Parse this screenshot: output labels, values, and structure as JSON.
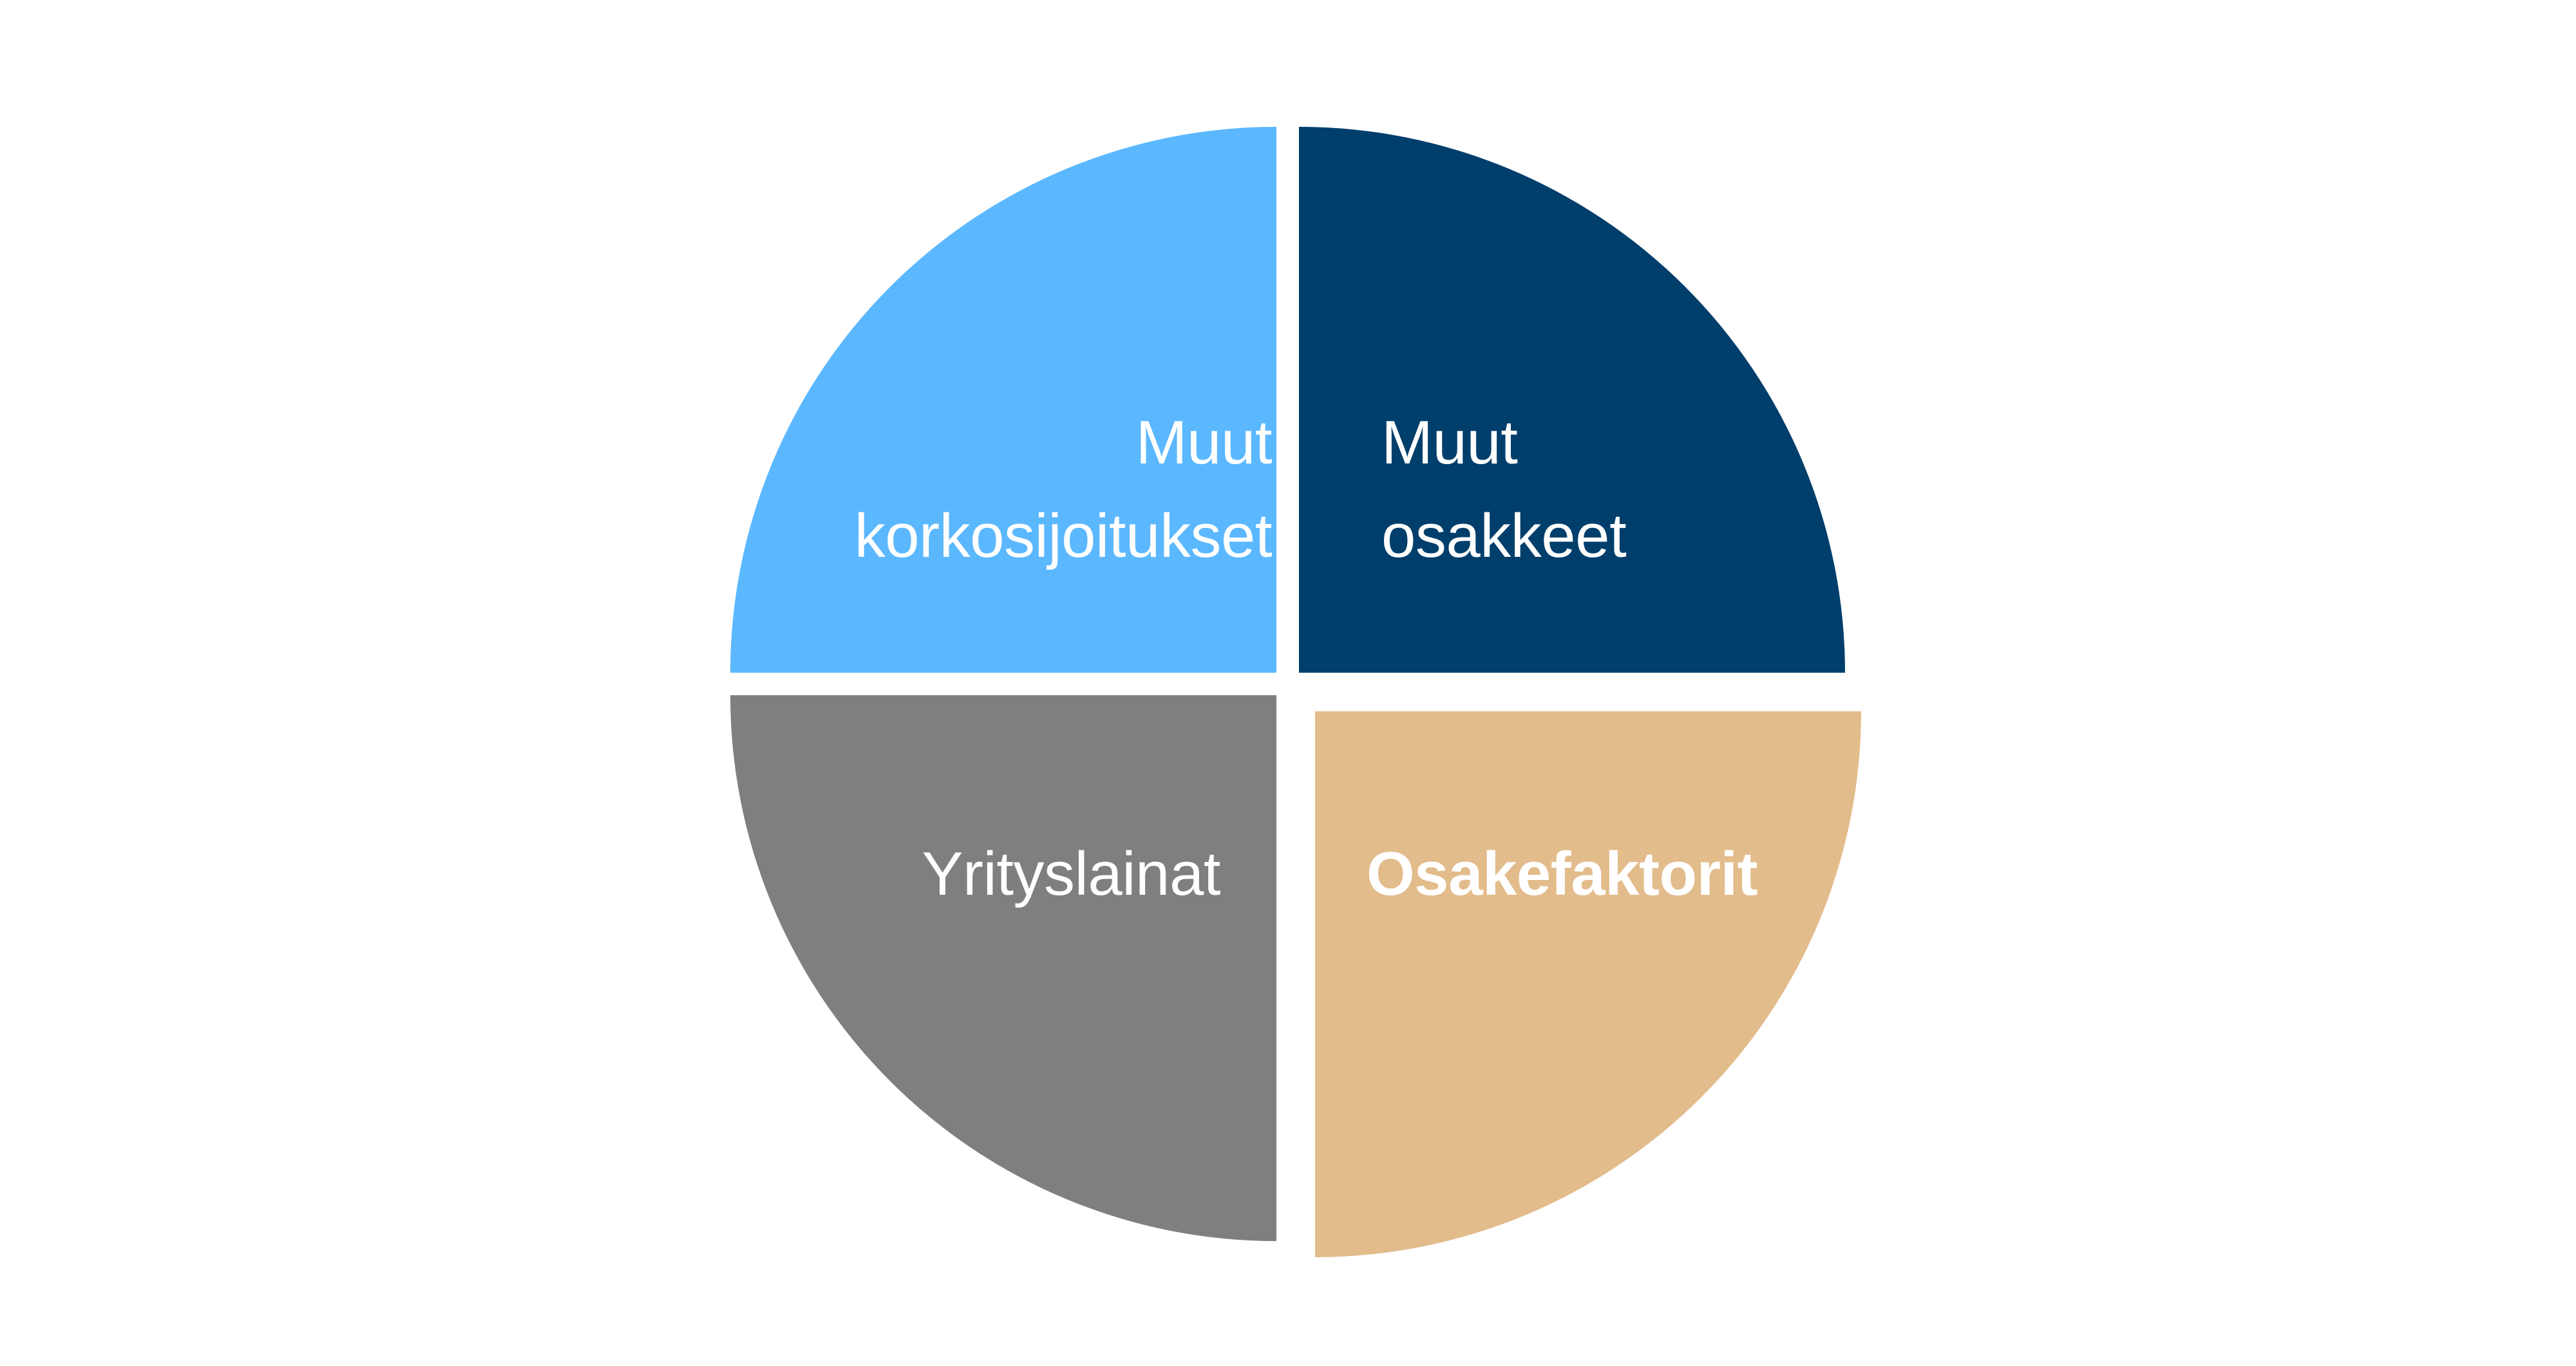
{
  "figure": {
    "type": "pie-chart",
    "title": "",
    "background_color": "#FFFFFF",
    "text_color": "#FFFFFF"
  },
  "chart_data": {
    "type": "pie",
    "title": "",
    "subtitle": "",
    "xlabel": "",
    "ylabel": "",
    "grid": false,
    "legend_position": "none",
    "labels_inside_slices": true,
    "categories": [
      "Muut korkosijoitukset",
      "Muut osakkeet",
      "Osakefaktorit",
      "Yrityslainat"
    ],
    "values": [
      25,
      25,
      25,
      25
    ],
    "value_unit": "%",
    "colors": [
      "#5BB8FF",
      "#003E6B",
      "#E3BC8C",
      "#7F7F7F"
    ],
    "slices": [
      {
        "label": "Muut korkosijoitukset",
        "label_line_1": "Muut",
        "label_line_2": "korkosijoitukset",
        "value": 25,
        "color": "#5BB8FF",
        "position": "top-left",
        "start_angle_deg": 270,
        "end_angle_deg": 360,
        "exploded": false,
        "bold": false
      },
      {
        "label": "Muut osakkeet",
        "label_line_1": "Muut",
        "label_line_2": "osakkeet",
        "value": 25,
        "color": "#003E6B",
        "position": "top-right",
        "start_angle_deg": 0,
        "end_angle_deg": 90,
        "exploded": false,
        "bold": false
      },
      {
        "label": "Osakefaktorit",
        "label_line_1": "Osakefaktorit",
        "label_line_2": "",
        "value": 25,
        "color": "#E3BC8C",
        "position": "bottom-right",
        "start_angle_deg": 90,
        "end_angle_deg": 180,
        "exploded": true,
        "bold": true
      },
      {
        "label": "Yrityslainat",
        "label_line_1": "Yrityslainat",
        "label_line_2": "",
        "value": 25,
        "color": "#7F7F7F",
        "position": "bottom-left",
        "start_angle_deg": 180,
        "end_angle_deg": 270,
        "exploded": false,
        "bold": false
      }
    ]
  },
  "labels": {
    "other_fixed_income": "Muut\nkorkosijoitukset",
    "other_equities": "Muut\nosakkeet",
    "corporate_bonds": "Yrityslainat",
    "equity_factors": "Osakefaktorit"
  }
}
